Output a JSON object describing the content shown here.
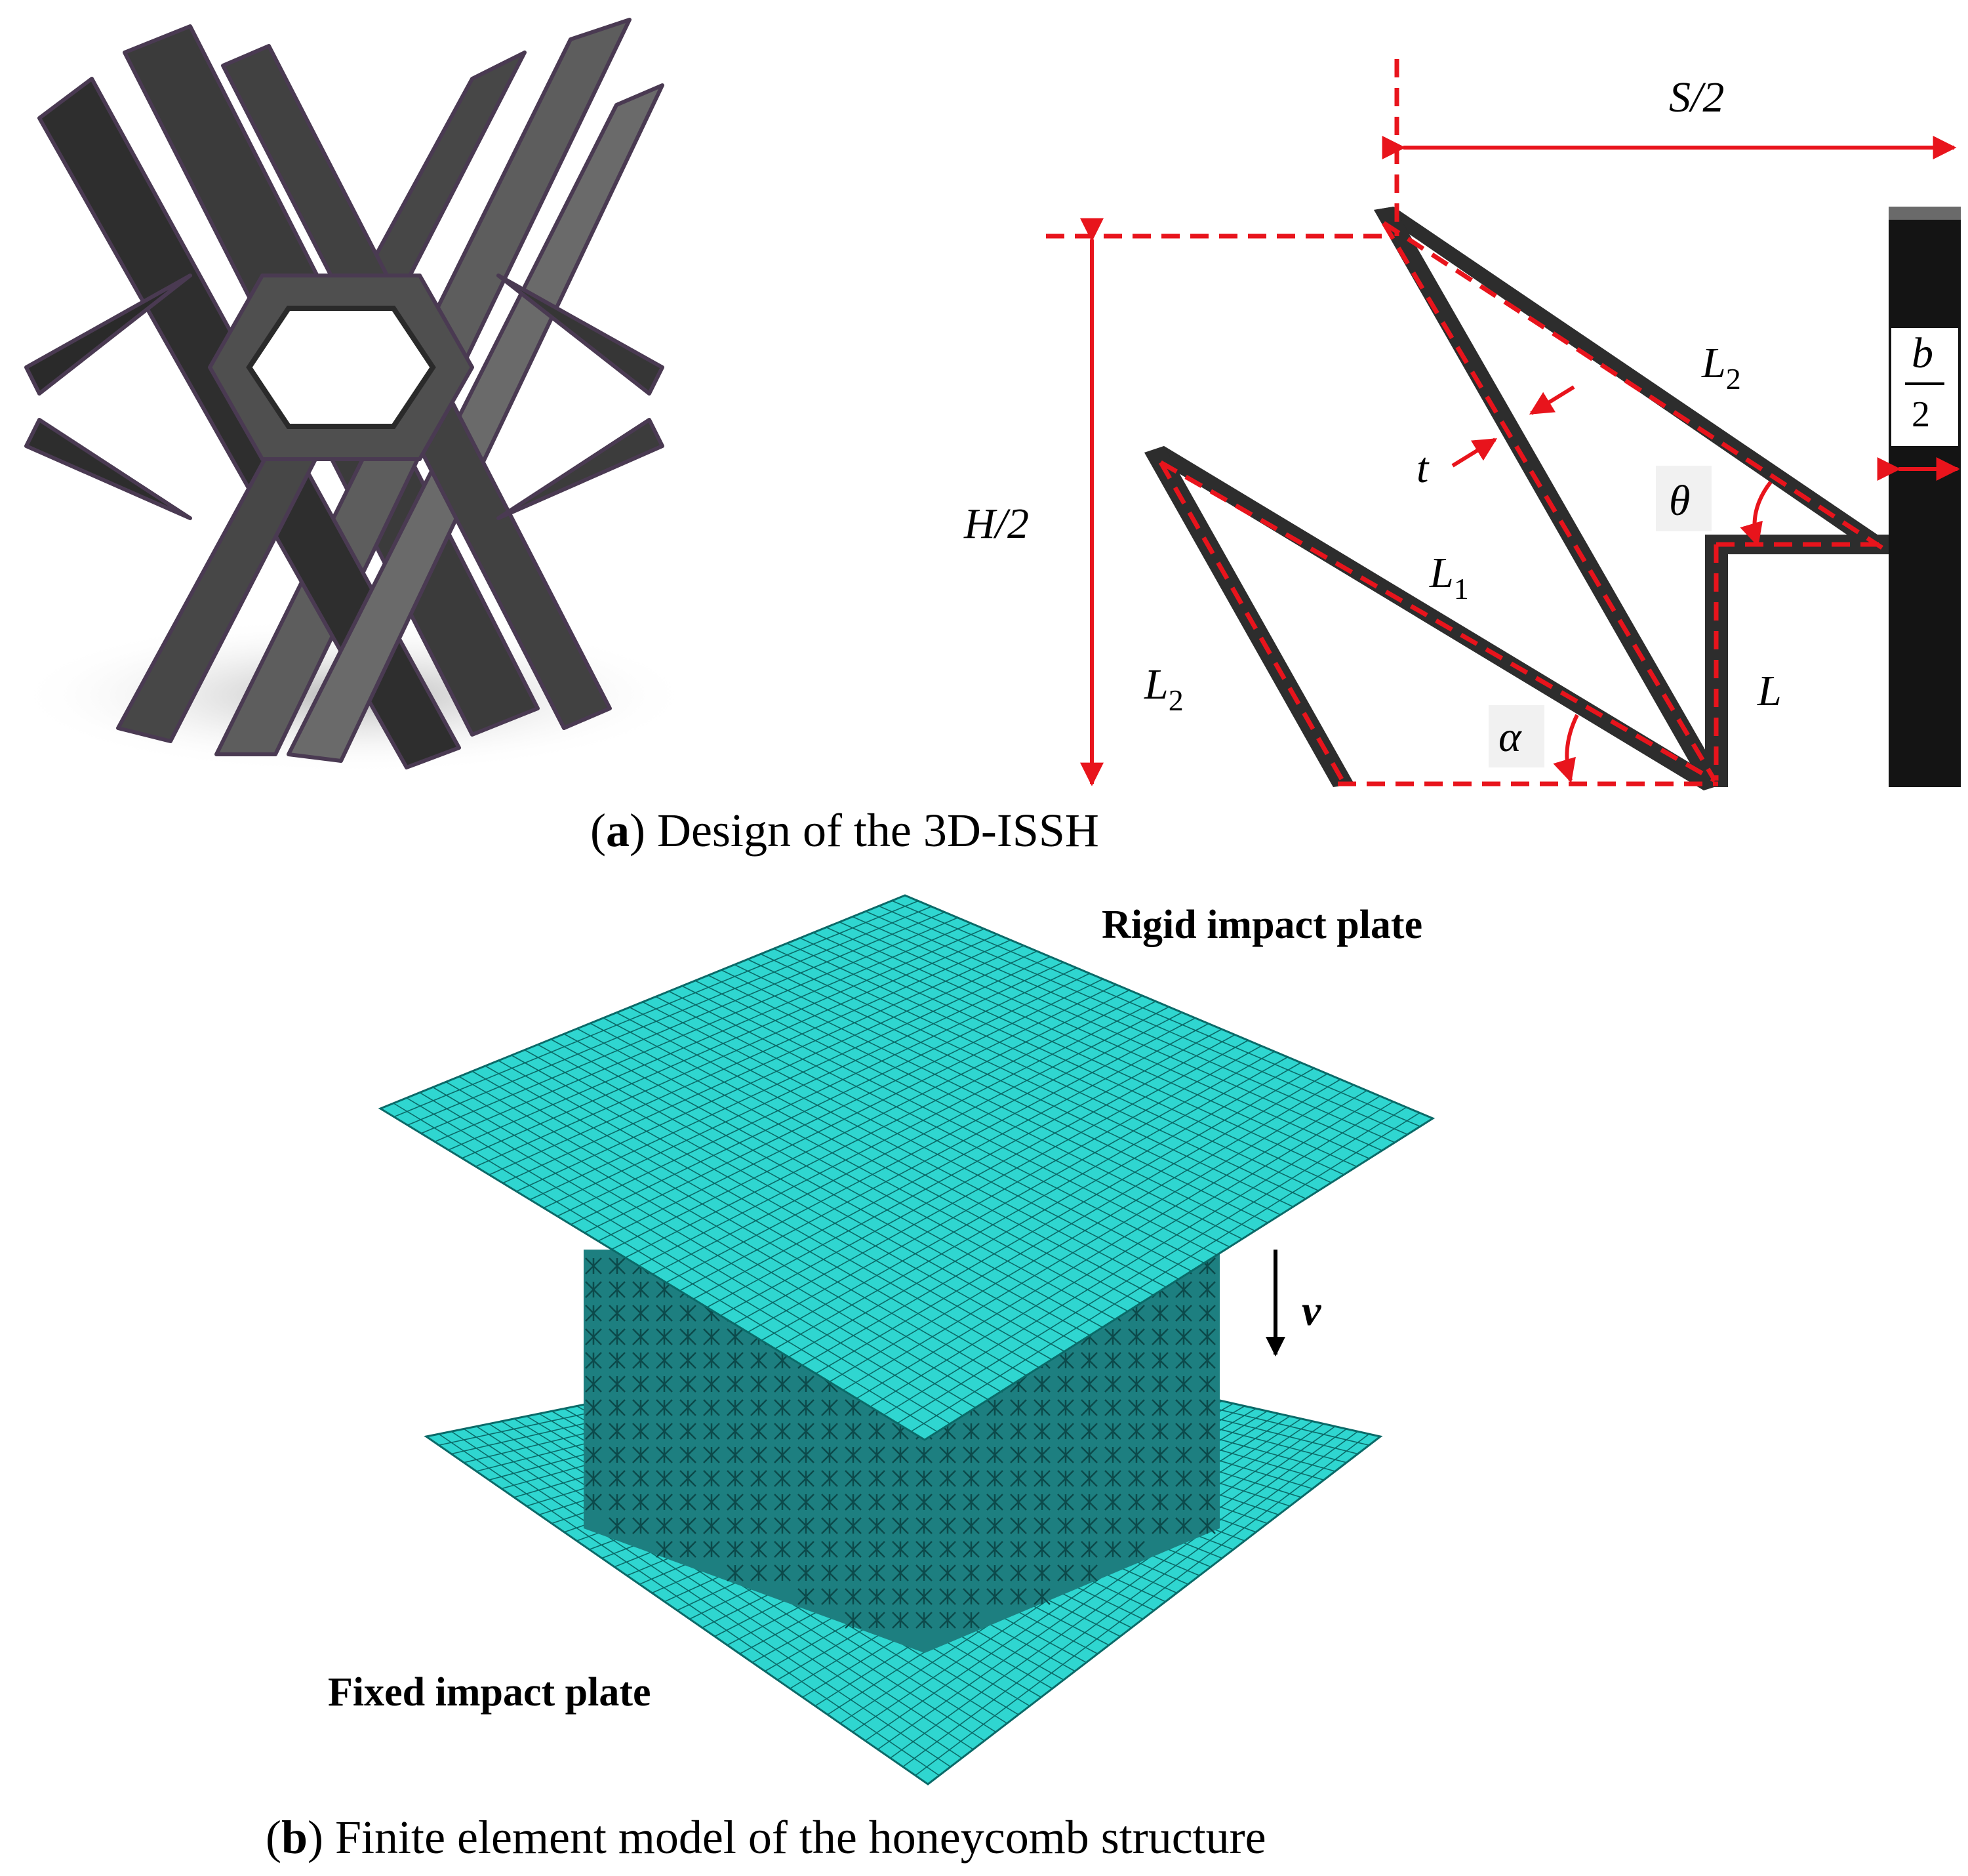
{
  "captions": {
    "a_letter": "a",
    "a_text": ") Design of the 3D-ISSH",
    "b_letter": "b",
    "b_text": ") Finite element model of the honeycomb structure"
  },
  "labels": {
    "S_half": "S/2",
    "H_half": "H/2",
    "L2_top_base": "L",
    "L2_top_sub": "2",
    "L1_base": "L",
    "L1_sub": "1",
    "L2_left_base": "L",
    "L2_left_sub": "2",
    "L": "L",
    "t": "t",
    "theta": "θ",
    "alpha": "α",
    "b_num": "b",
    "b_den": "2"
  },
  "fe_labels": {
    "rigid": "Rigid impact plate",
    "fixed": "Fixed impact plate",
    "velocity": "v"
  },
  "colors": {
    "dimension_red": "#e8141c",
    "strut": "#2d2d2d",
    "plate_cyan": "#2fd6d0",
    "mesh_line": "#0b6a68",
    "honeycomb": "#1d7f80"
  }
}
